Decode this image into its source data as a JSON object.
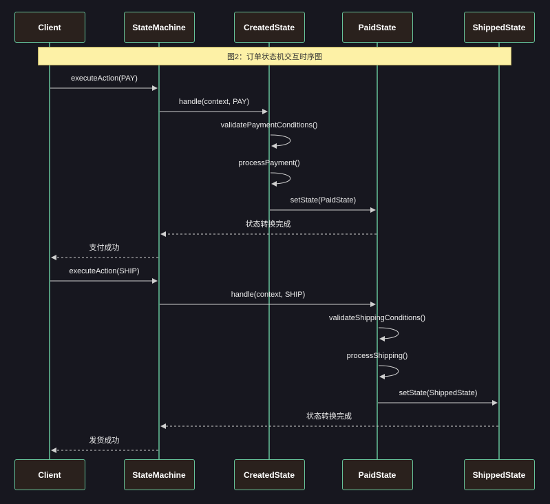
{
  "colors": {
    "background": "#17171f",
    "lifeline": "#66c39a",
    "box_fill": "#2a211d",
    "arrow": "#cfcfcf",
    "note_fill": "#fdf1a6"
  },
  "participants": [
    "Client",
    "StateMachine",
    "CreatedState",
    "PaidState",
    "ShippedState"
  ],
  "note": {
    "text": "图2：订单状态机交互时序图"
  },
  "messages": [
    {
      "from": 0,
      "to": 1,
      "label": "executeAction(PAY)",
      "style": "solid"
    },
    {
      "from": 1,
      "to": 2,
      "label": "handle(context, PAY)",
      "style": "solid"
    },
    {
      "from": 2,
      "to": 2,
      "label": "validatePaymentConditions()",
      "style": "self"
    },
    {
      "from": 2,
      "to": 2,
      "label": "processPayment()",
      "style": "self"
    },
    {
      "from": 2,
      "to": 3,
      "label": "setState(PaidState)",
      "style": "solid"
    },
    {
      "from": 3,
      "to": 1,
      "label": "状态转换完成",
      "style": "dashed"
    },
    {
      "from": 1,
      "to": 0,
      "label": "支付成功",
      "style": "dashed"
    },
    {
      "from": 0,
      "to": 1,
      "label": "executeAction(SHIP)",
      "style": "solid"
    },
    {
      "from": 1,
      "to": 3,
      "label": "handle(context, SHIP)",
      "style": "solid"
    },
    {
      "from": 3,
      "to": 3,
      "label": "validateShippingConditions()",
      "style": "self"
    },
    {
      "from": 3,
      "to": 3,
      "label": "processShipping()",
      "style": "self"
    },
    {
      "from": 3,
      "to": 4,
      "label": "setState(ShippedState)",
      "style": "solid"
    },
    {
      "from": 4,
      "to": 1,
      "label": "状态转换完成",
      "style": "dashed"
    },
    {
      "from": 1,
      "to": 0,
      "label": "发货成功",
      "style": "dashed"
    }
  ]
}
